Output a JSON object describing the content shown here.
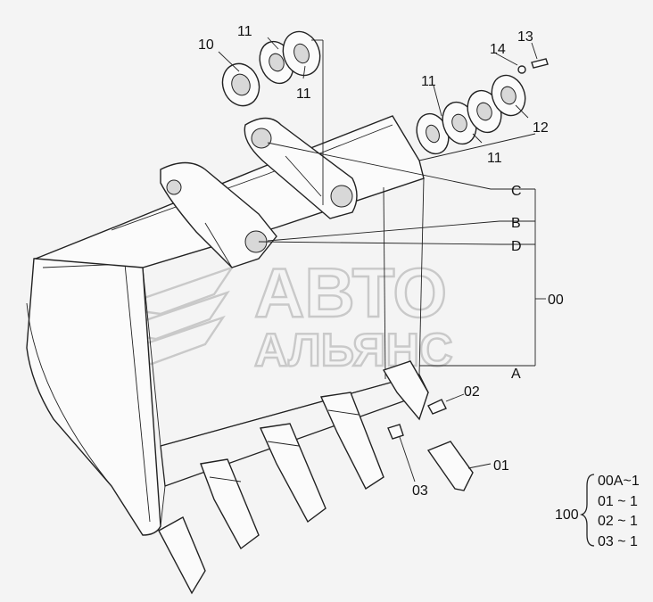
{
  "diagram": {
    "labels": {
      "p10": "10",
      "p11a": "11",
      "p11b": "11",
      "p11c": "11",
      "p11d": "11",
      "p13": "13",
      "p14": "14",
      "p12": "12",
      "pC": "C",
      "pB": "B",
      "pD": "D",
      "p00": "00",
      "pA": "A",
      "p02": "02",
      "p01": "01",
      "p03": "03"
    },
    "assembly": {
      "id": "100",
      "rows": [
        "00A~1",
        "01 ~ 1",
        "02 ~ 1",
        "03 ~ 1"
      ]
    },
    "watermark": {
      "line1": "АВТО",
      "line2": "АЛЬЯНС"
    }
  }
}
